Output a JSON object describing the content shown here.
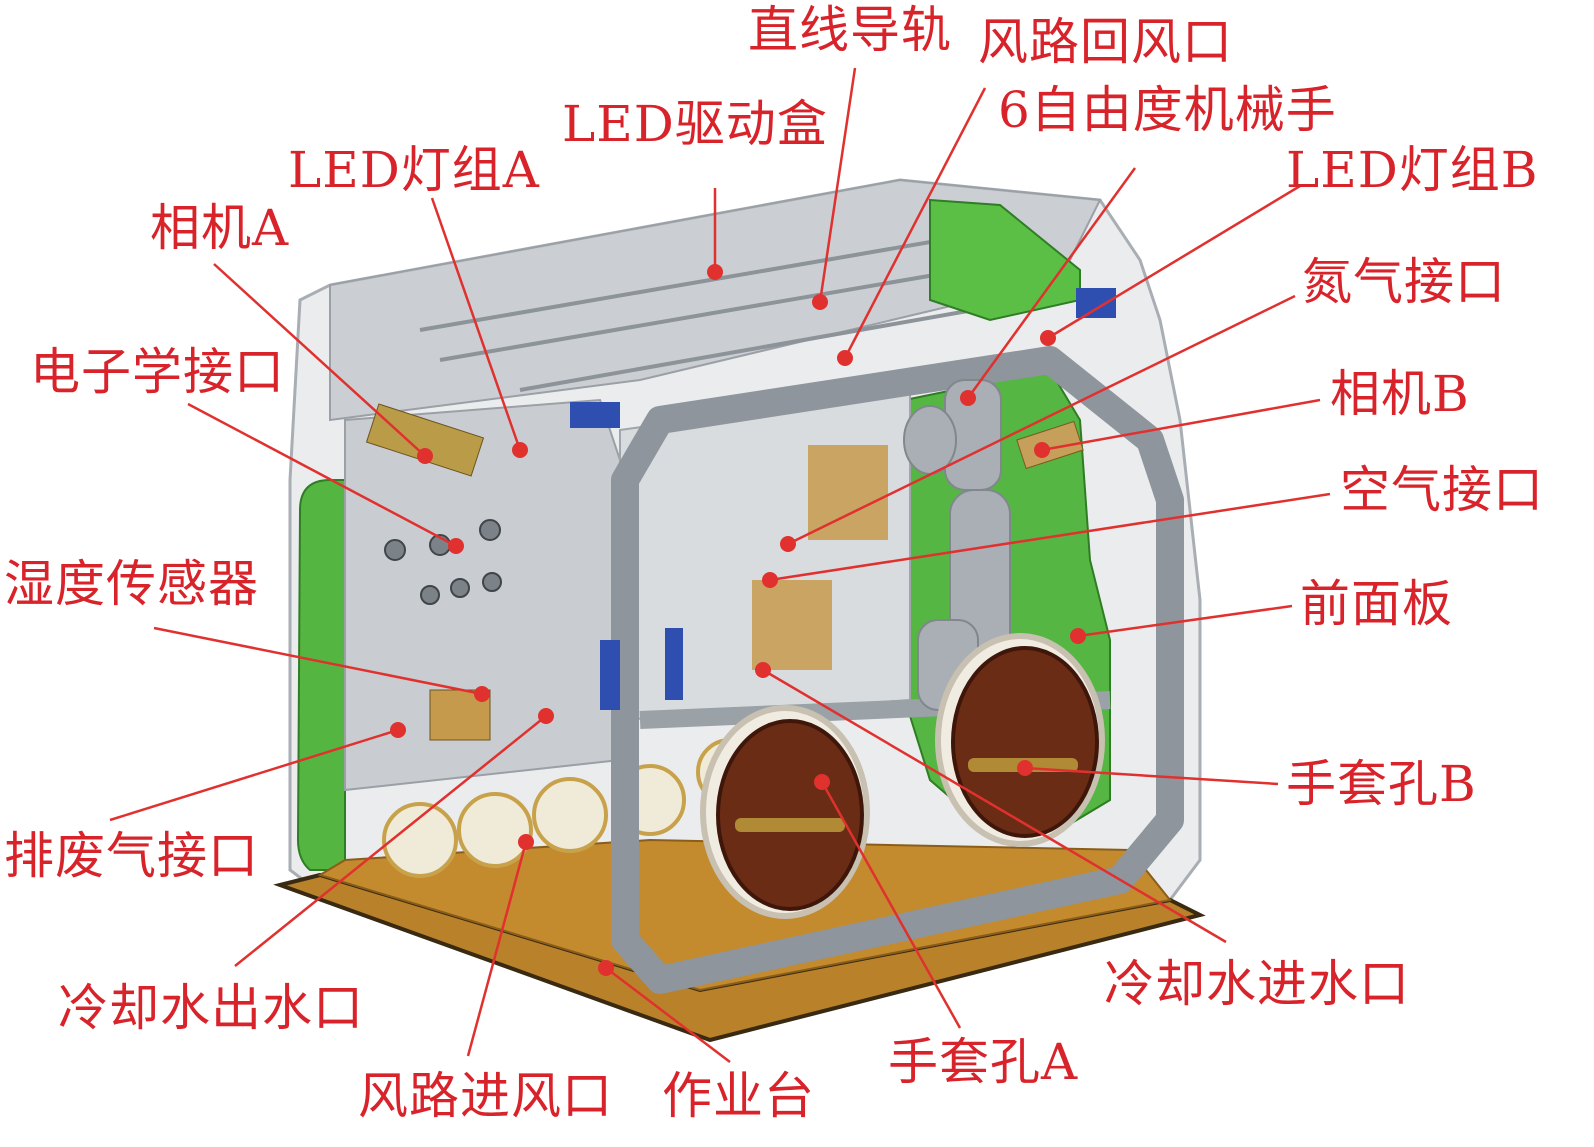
{
  "colors": {
    "label_text": "#d8232a",
    "leader_line": "#e0312f",
    "frame_grey": "#8e959c",
    "panel_green": "#4caf3c",
    "bench_orange": "#c48a2e",
    "glove_brown": "#6b2c16",
    "glass": "#d6dadd"
  },
  "labels": {
    "linear_guide": "直线导轨",
    "air_return": "风路回风口",
    "led_driver_box": "LED驱动盒",
    "robot_arm": "6自由度机械手",
    "led_group_a": "LED灯组A",
    "led_group_b": "LED灯组B",
    "camera_a": "相机A",
    "nitrogen_port": "氮气接口",
    "electronics_port": "电子学接口",
    "camera_b": "相机B",
    "air_port": "空气接口",
    "humidity_sensor": "湿度传感器",
    "front_panel": "前面板",
    "glove_port_b": "手套孔B",
    "exhaust_port": "排废气接口",
    "cooling_water_inlet": "冷却水进水口",
    "cooling_water_outlet": "冷却水出水口",
    "glove_port_a": "手套孔A",
    "air_inlet": "风路进风口",
    "workbench": "作业台"
  }
}
